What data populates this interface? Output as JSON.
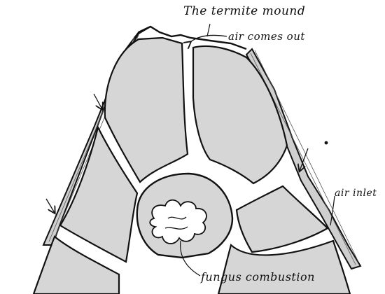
{
  "labels": {
    "title": "The termite mound",
    "air_out": "air comes out",
    "air_inlet": "air inlet",
    "fungus": "fungus combustion"
  },
  "colors": {
    "ink": "#111111",
    "chamber_fill": "#d6d6d6",
    "background": "#ffffff"
  }
}
